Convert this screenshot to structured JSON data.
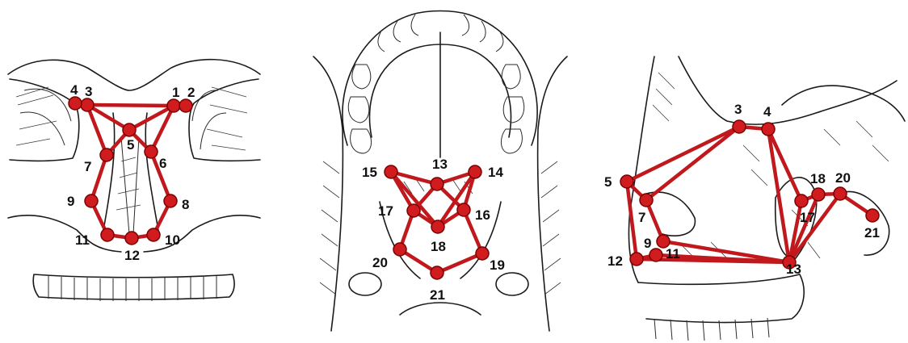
{
  "panels": [
    {
      "id": "frontal",
      "landmarks": [
        {
          "label": "1"
        },
        {
          "label": "2"
        },
        {
          "label": "3"
        },
        {
          "label": "4"
        },
        {
          "label": "5"
        },
        {
          "label": "6"
        },
        {
          "label": "7"
        },
        {
          "label": "8"
        },
        {
          "label": "9"
        },
        {
          "label": "10"
        },
        {
          "label": "11"
        },
        {
          "label": "12"
        }
      ],
      "edges": [
        [
          4,
          3
        ],
        [
          3,
          1
        ],
        [
          1,
          2
        ],
        [
          3,
          5
        ],
        [
          1,
          5
        ],
        [
          3,
          7
        ],
        [
          1,
          6
        ],
        [
          5,
          7
        ],
        [
          5,
          6
        ],
        [
          7,
          9
        ],
        [
          6,
          8
        ],
        [
          9,
          11
        ],
        [
          8,
          10
        ],
        [
          11,
          12
        ],
        [
          12,
          10
        ]
      ]
    },
    {
      "id": "palatal",
      "landmarks": [
        {
          "label": "13"
        },
        {
          "label": "14"
        },
        {
          "label": "15"
        },
        {
          "label": "16"
        },
        {
          "label": "17"
        },
        {
          "label": "18"
        },
        {
          "label": "19"
        },
        {
          "label": "20"
        },
        {
          "label": "21"
        }
      ],
      "edges": [
        [
          15,
          13
        ],
        [
          13,
          14
        ],
        [
          15,
          17
        ],
        [
          14,
          16
        ],
        [
          13,
          17
        ],
        [
          13,
          16
        ],
        [
          15,
          18
        ],
        [
          14,
          18
        ],
        [
          17,
          18
        ],
        [
          16,
          18
        ],
        [
          17,
          20
        ],
        [
          16,
          19
        ],
        [
          20,
          21
        ],
        [
          21,
          19
        ]
      ]
    },
    {
      "id": "lateral",
      "landmarks": [
        {
          "label": "3"
        },
        {
          "label": "4"
        },
        {
          "label": "5"
        },
        {
          "label": "7"
        },
        {
          "label": "9"
        },
        {
          "label": "11"
        },
        {
          "label": "12"
        },
        {
          "label": "13"
        },
        {
          "label": "17"
        },
        {
          "label": "18"
        },
        {
          "label": "20"
        },
        {
          "label": "21"
        }
      ],
      "edges": [
        [
          3,
          4
        ],
        [
          3,
          5
        ],
        [
          3,
          7
        ],
        [
          5,
          7
        ],
        [
          5,
          12
        ],
        [
          7,
          9
        ],
        [
          9,
          13
        ],
        [
          12,
          11
        ],
        [
          11,
          13
        ],
        [
          12,
          13
        ],
        [
          4,
          13
        ],
        [
          4,
          17
        ],
        [
          17,
          13
        ],
        [
          17,
          18
        ],
        [
          18,
          20
        ],
        [
          20,
          21
        ],
        [
          18,
          13
        ],
        [
          20,
          13
        ]
      ]
    }
  ]
}
